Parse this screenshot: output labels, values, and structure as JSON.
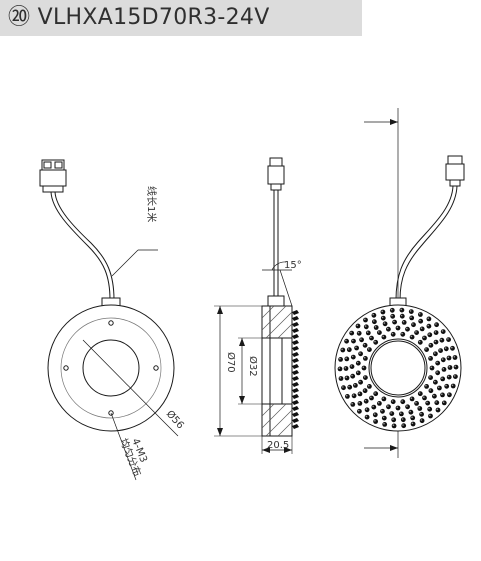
{
  "header": {
    "badge": "⑳",
    "model": "VLHXA15D70R3-24V"
  },
  "annotations": {
    "cable_length": "线长1米",
    "tilt_angle": "15°",
    "hole_dia": "Ø56",
    "screws": "4-M3",
    "screws_note": "均匀分布",
    "outer_dia": "Ø70",
    "inner_dia": "Ø32",
    "height": "20.5"
  },
  "colors": {
    "line": "#1a1a1a",
    "led_body": "#111111",
    "led_highlight": "#9a9a9a",
    "title_bg": "#dcdcdc"
  }
}
